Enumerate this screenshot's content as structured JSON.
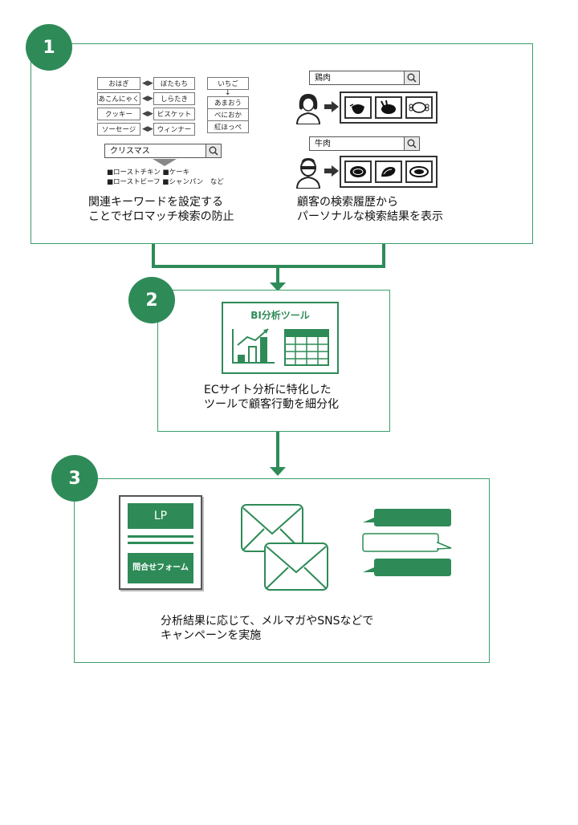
{
  "step1": {
    "badge": "1",
    "keyword_pairs": [
      {
        "left": "おはぎ",
        "right": "ぼたもち"
      },
      {
        "left": "あこんにゃく",
        "right": "しらたき"
      },
      {
        "left": "クッキー",
        "right": "ビスケット"
      },
      {
        "left": "ソーセージ",
        "right": "ウィンナー"
      }
    ],
    "pair_arrow": "◀▶",
    "strawberry_head": "いちご",
    "strawberry_arrow": "↓",
    "strawberry_varieties": [
      "あまおう",
      "べにおか",
      "紅ほっぺ"
    ],
    "search_query": "クリスマス",
    "suggestions_line1": "■ローストチキン ■ケーキ",
    "suggestions_line2": "■ローストビーフ ■シャンパン　など",
    "caption_left_line1": "関連キーワードを設定する",
    "caption_left_line2": "ことでゼロマッチ検索の防止",
    "search_chicken": "鶏肉",
    "search_beef": "牛肉",
    "caption_right_line1": "顧客の検索履歴から",
    "caption_right_line2": "パーソナルな検索結果を表示"
  },
  "step2": {
    "badge": "2",
    "tool_title": "BI分析ツール",
    "caption_line1": "ECサイト分析に特化した",
    "caption_line2": "ツールで顧客行動を細分化"
  },
  "step3": {
    "badge": "3",
    "lp_label": "LP",
    "form_label": "問合せフォーム",
    "caption_line1": "分析結果に応じて、メルマガやSNSなどで",
    "caption_line2": "キャンペーンを実施"
  },
  "colors": {
    "accent": "#2e8b57",
    "border": "#3a9e6a"
  }
}
